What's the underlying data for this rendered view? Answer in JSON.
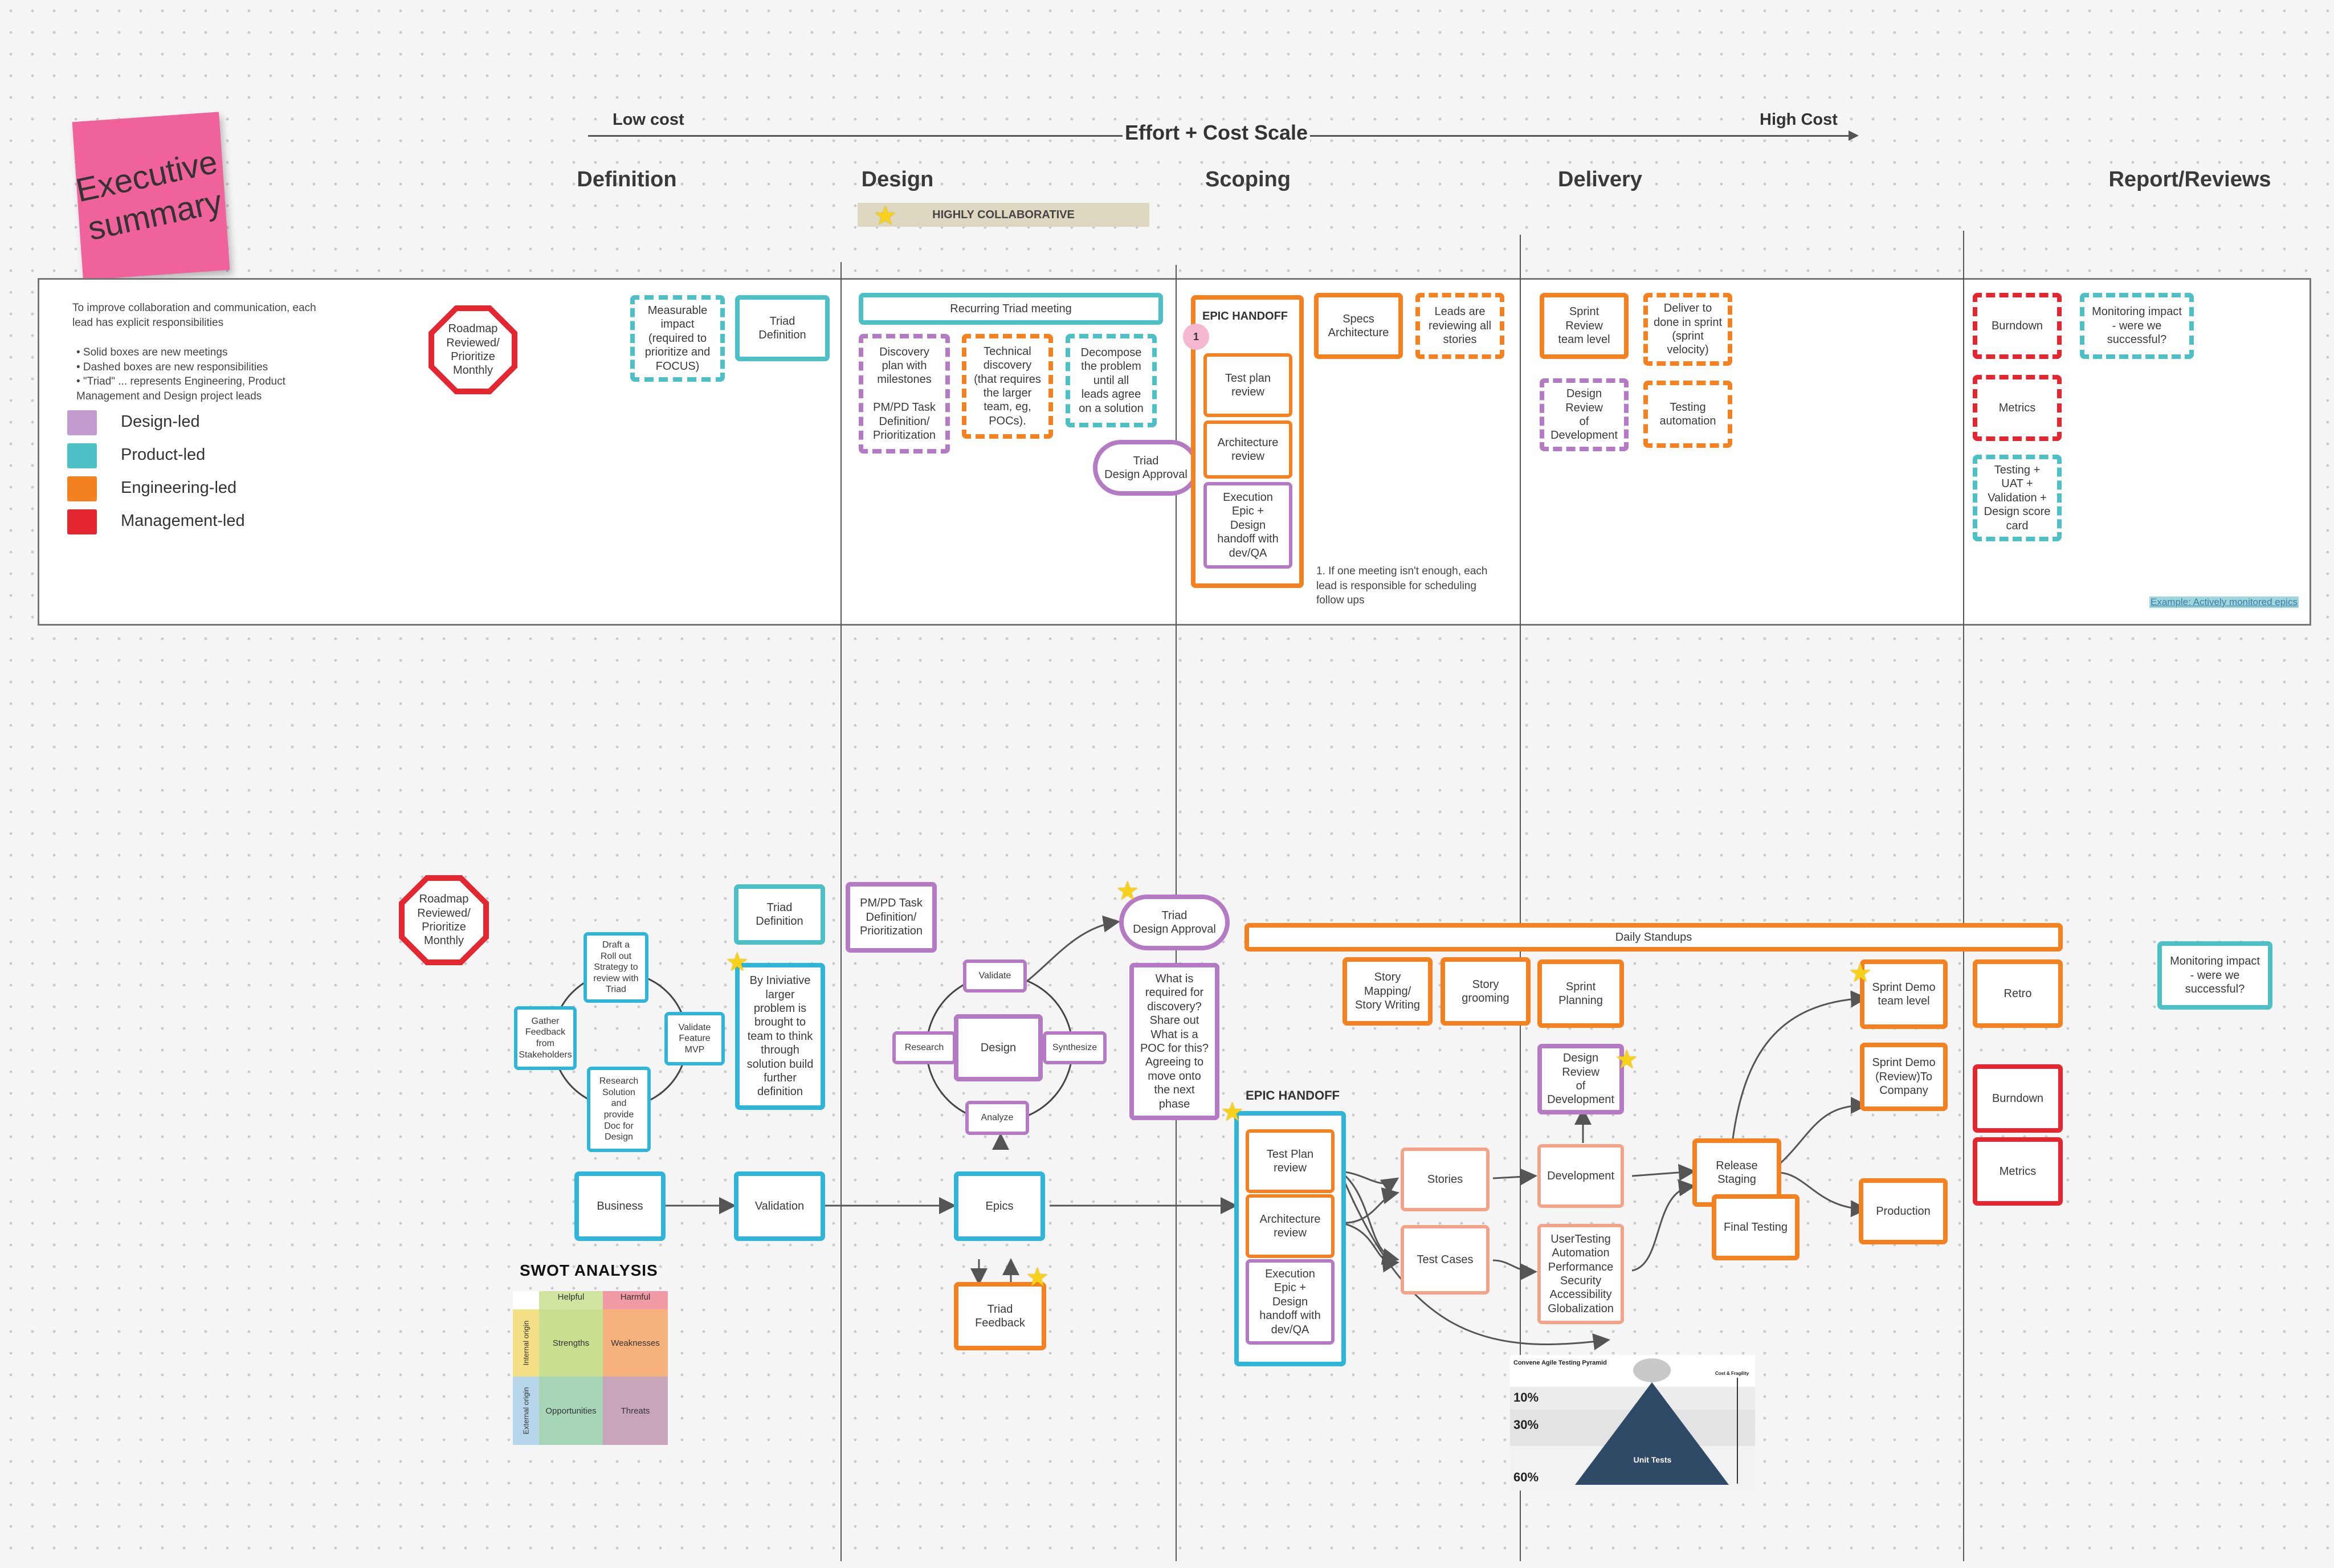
{
  "sticky": {
    "text": "Executive\nsummary",
    "color": "#f0629a"
  },
  "scale": {
    "low_label": "Low cost",
    "title": "Effort + Cost Scale",
    "high_label": "High Cost"
  },
  "columns": {
    "definition": "Definition",
    "design": "Design",
    "scoping": "Scoping",
    "delivery": "Delivery",
    "reports": "Report/Reviews"
  },
  "collab_banner": "HIGHLY COLLABORATIVE",
  "summary": {
    "intro": "To improve collaboration and communication, each\nlead has explicit responsibilities",
    "bullets": "• Solid boxes are new meetings\n• Dashed boxes are new responsibilities\n• \"Triad\" ... represents Engineering, Product\n   Management and Design project leads",
    "legend": [
      {
        "label": "Design-led",
        "color": "#c49bcf"
      },
      {
        "label": "Product-led",
        "color": "#4cc0c4"
      },
      {
        "label": "Engineering-led",
        "color": "#f48120"
      },
      {
        "label": "Management-led",
        "color": "#e3262f"
      }
    ],
    "note": "1. If one meeting isn't enough, each\n   lead is responsible for scheduling\n   follow ups",
    "link": "Example: Actively monitored epics"
  },
  "top": {
    "roadmap": "Roadmap\nReviewed/\nPrioritize\nMonthly",
    "measurable": "Measurable\nimpact\n(required to\nprioritize and\nFOCUS)",
    "triad_def": "Triad\nDefinition",
    "recurring": "Recurring Triad meeting",
    "discovery": "Discovery\nplan with\nmilestones\n\nPM/PD Task\nDefinition/\nPrioritization",
    "technical": "Technical\ndiscovery\n(that requires\nthe larger\nteam, eg,\nPOCs).",
    "decompose": "Decompose\nthe problem\nuntil all\nleads agree\non a solution",
    "triad_design": "Triad\nDesign Approval",
    "epic_handoff": "EPIC HANDOFF",
    "badge": "1",
    "test_plan": "Test plan\nreview",
    "arch": "Architecture\nreview",
    "execution": "Execution\nEpic +\nDesign\nhandoff with\ndev/QA",
    "specs": "Specs\nArchitecture",
    "leads": "Leads are\nreviewing all\nstories",
    "sprint_review": "Sprint\nReview\nteam level",
    "deliver_done": "Deliver to\ndone in sprint\n(sprint\nvelocity)",
    "design_review": "Design\nReview\nof\nDevelopment",
    "testing_auto": "Testing\nautomation",
    "burndown": "Burndown",
    "monitoring": "Monitoring impact\n- were we\nsuccessful?",
    "metrics": "Metrics",
    "testing_uat": "Testing +\nUAT +\nValidation +\nDesign score\ncard"
  },
  "flow": {
    "roadmap": "Roadmap\nReviewed/\nPrioritize\nMonthly",
    "draft": "Draft a\nRoll out\nStrategy to\nreview with\nTriad",
    "gather": "Gather\nFeedback\nfrom\nStakeholders",
    "validate_mvp": "Validate\nFeature\nMVP",
    "research_sol": "Research\nSolution\nand\nprovide\nDoc for\nDesign",
    "triad_def": "Triad\nDefinition",
    "initiative": "By Iniviative\nlarger\nproblem is\nbrought to\nteam to think\nthrough\nsolution build\nfurther\ndefinition",
    "pmpd": "PM/PD Task\nDefinition/\nPrioritization",
    "validate": "Validate",
    "research": "Research",
    "design": "Design",
    "synthesize": "Synthesize",
    "analyze": "Analyze",
    "triad_design": "Triad\nDesign Approval",
    "discovery_q": "What is\nrequired for\ndiscovery?\nShare out\nWhat is a\nPOC for this?\nAgreeing to\nmove onto\nthe next\nphase",
    "daily": "Daily Standups",
    "story_map": "Story\nMapping/\nStory Writing",
    "story_groom": "Story\ngrooming",
    "sprint_planning": "Sprint\nPlanning",
    "sprint_demo": "Sprint Demo\nteam level",
    "sprint_demo_co": "Sprint Demo\n(Review)To\nCompany",
    "retro": "Retro",
    "monitoring": "Monitoring impact\n- were we\nsuccessful?",
    "burndown": "Burndown",
    "metrics": "Metrics",
    "business": "Business",
    "validation": "Validation",
    "epics": "Epics",
    "triad_feedback": "Triad\nFeedback",
    "epic_handoff": "EPIC HANDOFF",
    "test_plan": "Test Plan\nreview",
    "arch": "Architecture\nreview",
    "execution": "Execution\nEpic +\nDesign\nhandoff with\ndev/QA",
    "stories": "Stories",
    "test_cases": "Test Cases",
    "design_review": "Design\nReview\nof\nDevelopment",
    "development": "Development",
    "user_testing": "UserTesting\nAutomation\nPerformance\nSecurity\nAccessibility\nGlobalization",
    "release": "Release\nStaging",
    "final_testing": "Final Testing",
    "production": "Production"
  },
  "swot": {
    "title": "SWOT ANALYSIS",
    "helpful": "Helpful",
    "harmful": "Harmful",
    "internal": "Internal origin",
    "external": "External origin",
    "strengths": "Strengths",
    "weaknesses": "Weaknesses",
    "opportunities": "Opportunities",
    "threats": "Threats"
  },
  "pyramid": {
    "title": "Convene Agile Testing Pyramid",
    "p10": "10%",
    "p30": "30%",
    "p60": "60%",
    "unit": "Unit Tests",
    "cost": "Cost & Fragility"
  }
}
